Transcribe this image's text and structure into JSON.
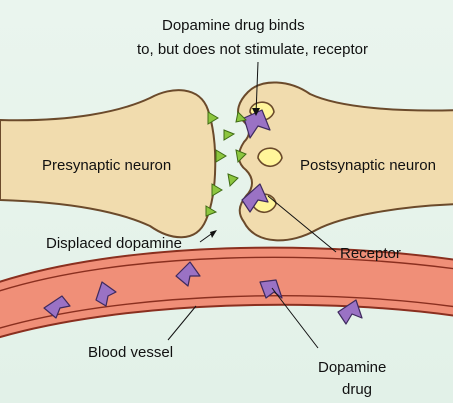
{
  "labels": {
    "caption_line1": "Dopamine drug binds",
    "caption_line2": "to, but does not stimulate, receptor",
    "presynaptic": "Presynaptic neuron",
    "postsynaptic": "Postsynaptic neuron",
    "displaced": "Displaced dopamine",
    "receptor": "Receptor",
    "blood_vessel": "Blood vessel",
    "drug_line1": "Dopamine",
    "drug_line2": "drug"
  },
  "colors": {
    "background": "#e6f3ea",
    "neuron_fill": "#f1dcae",
    "neuron_stroke": "#6b4a2b",
    "vessel_fill": "#f08f78",
    "vessel_stroke": "#8a2f1f",
    "dopamine": "#8cc63f",
    "drug": "#9a72c4",
    "receptor": "#fff59a"
  }
}
